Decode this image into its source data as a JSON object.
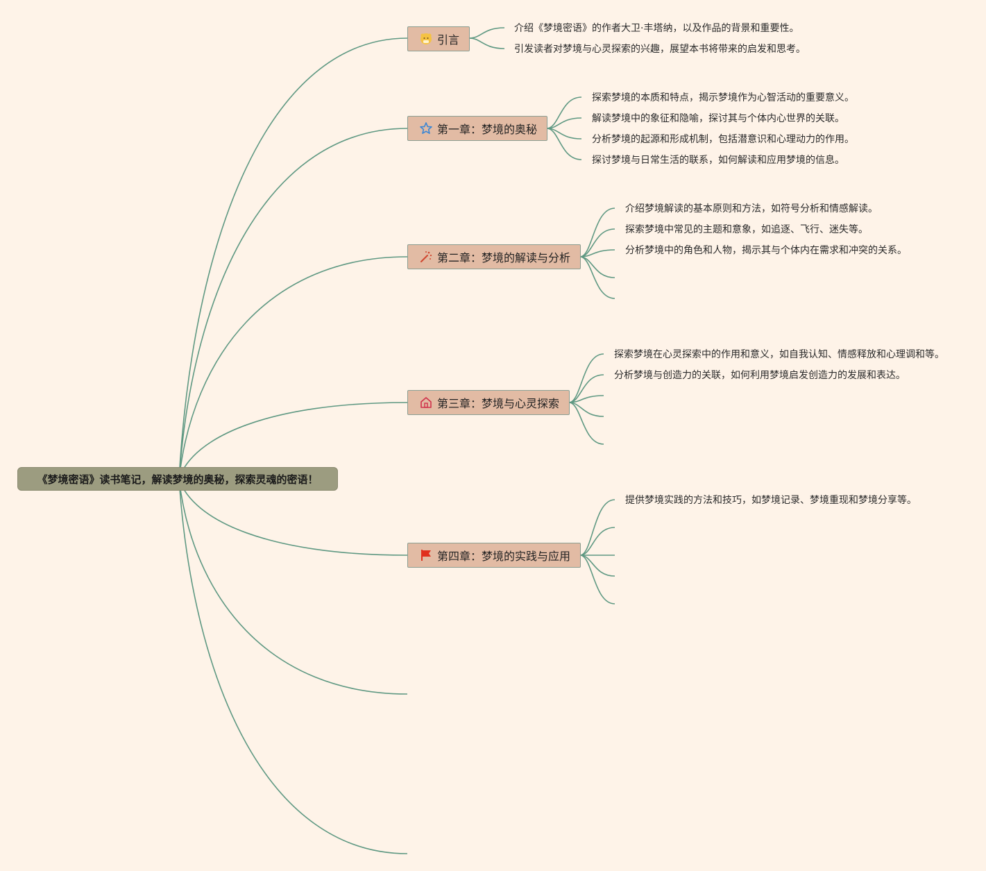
{
  "root": {
    "label": "《梦境密语》读书笔记，解读梦境的奥秘，探索灵魂的密语！"
  },
  "branches": [
    {
      "label": "引言",
      "icon": "bear-sticker-icon",
      "leaves": [
        "介绍《梦境密语》的作者大卫·丰塔纳，以及作品的背景和重要性。",
        "引发读者对梦境与心灵探索的兴趣，展望本书将带来的启发和思考。"
      ]
    },
    {
      "label": "第一章：梦境的奥秘",
      "icon": "star-icon",
      "leaves": [
        "探索梦境的本质和特点，揭示梦境作为心智活动的重要意义。",
        "解读梦境中的象征和隐喻，探讨其与个体内心世界的关联。",
        "分析梦境的起源和形成机制，包括潜意识和心理动力的作用。",
        "探讨梦境与日常生活的联系，如何解读和应用梦境的信息。"
      ]
    },
    {
      "label": "第二章：梦境的解读与分析",
      "icon": "magic-wand-icon",
      "leaves": [
        "介绍梦境解读的基本原则和方法，如符号分析和情感解读。",
        "探索梦境中常见的主题和意象，如追逐、飞行、迷失等。",
        "分析梦境中的角色和人物，揭示其与个体内在需求和冲突的关系。",
        "",
        ""
      ]
    },
    {
      "label": "第三章：梦境与心灵探索",
      "icon": "home-icon",
      "leaves": [
        "探索梦境在心灵探索中的作用和意义，如自我认知、情感释放和心理调和等。",
        "分析梦境与创造力的关联，如何利用梦境启发创造力的发展和表达。",
        "",
        "",
        ""
      ]
    },
    {
      "label": "第四章：梦境的实践与应用",
      "icon": "flag-icon",
      "leaves": [
        "提供梦境实践的方法和技巧，如梦境记录、梦境重现和梦境分享等。",
        "",
        "",
        "",
        ""
      ]
    },
    {
      "label": "",
      "icon": "",
      "leaves": []
    },
    {
      "label": "",
      "icon": "",
      "leaves": []
    }
  ],
  "colors": {
    "background": "#fef3e8",
    "connector": "#5e9882",
    "root_fill": "#9c9c80",
    "topic_fill": "#e2bba4"
  }
}
